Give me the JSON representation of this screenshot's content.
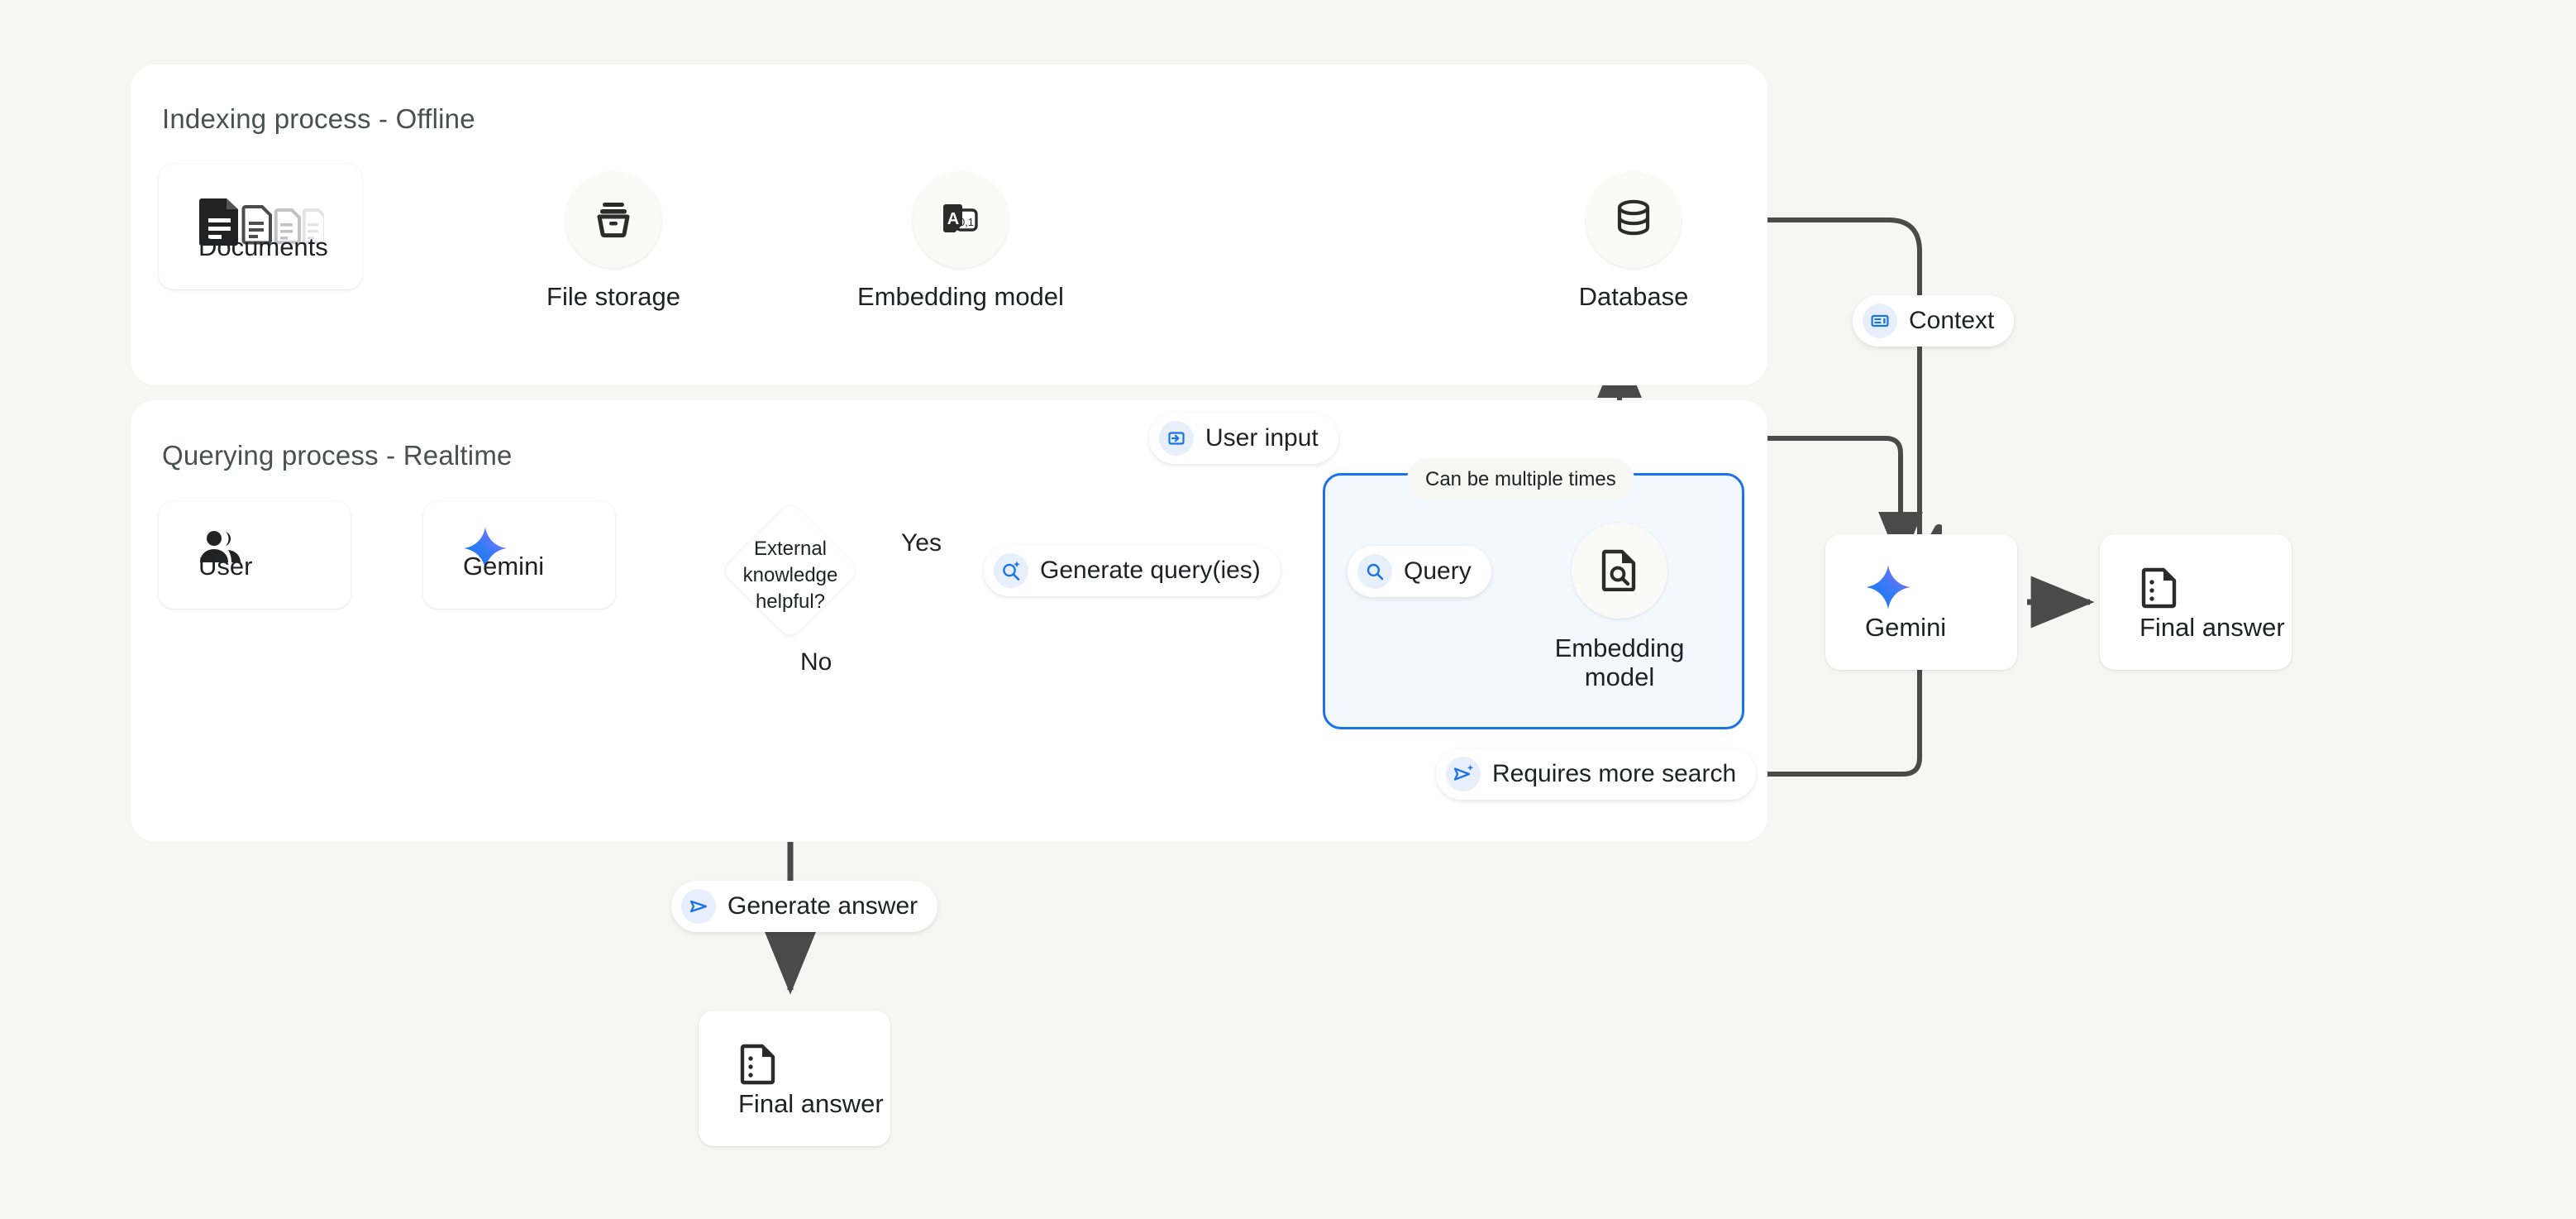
{
  "background_color": "#f6f6f4",
  "accent_blue": "#1a73e8",
  "line_color": "#4a4a4a",
  "panels": [
    {
      "id": "indexing",
      "title": "Indexing process - Offline"
    },
    {
      "id": "querying",
      "title": "Querying process - Realtime"
    }
  ],
  "indexing": {
    "title": "Indexing process - Offline",
    "nodes": [
      {
        "id": "documents",
        "label": "Documents",
        "icon": "documents-icon",
        "shape": "card"
      },
      {
        "id": "file_storage",
        "label": "File storage",
        "icon": "archive-box-icon",
        "shape": "circle"
      },
      {
        "id": "embedding_model",
        "label": "Embedding model",
        "icon": "text-to-vector-icon",
        "shape": "circle"
      },
      {
        "id": "database",
        "label": "Database",
        "icon": "database-icon",
        "shape": "circle"
      }
    ]
  },
  "querying": {
    "title": "Querying process - Realtime",
    "nodes": [
      {
        "id": "user",
        "label": "User",
        "icon": "people-icon",
        "shape": "card"
      },
      {
        "id": "gemini_1",
        "label": "Gemini",
        "icon": "gemini-sparkle-icon",
        "shape": "card"
      },
      {
        "id": "decision",
        "label": "External knowledge helpful?",
        "line1": "External",
        "line2": "knowledge",
        "line3": "helpful?",
        "shape": "diamond"
      },
      {
        "id": "query",
        "label": "Query",
        "icon": "search-icon",
        "shape": "pill"
      },
      {
        "id": "embedding_model_2",
        "label_line1": "Embedding",
        "label_line2": "model",
        "label": "Embedding model",
        "icon": "document-search-icon",
        "shape": "circle"
      },
      {
        "id": "gemini_2",
        "label": "Gemini",
        "icon": "gemini-sparkle-icon",
        "shape": "card"
      },
      {
        "id": "final_answer_right",
        "label": "Final answer",
        "icon": "answer-doc-icon",
        "shape": "card"
      },
      {
        "id": "final_answer_bottom",
        "label": "Final answer",
        "icon": "answer-doc-icon",
        "shape": "card"
      }
    ],
    "loop_box_label": "Can be multiple times"
  },
  "badges": {
    "context": {
      "label": "Context",
      "icon": "context-panel-icon"
    },
    "user_input": {
      "label": "User input",
      "icon": "input-arrow-icon"
    },
    "generate_queries": {
      "label": "Generate query(ies)",
      "icon": "search-sparkle-icon"
    },
    "requires_more_search": {
      "label": "Requires more search",
      "icon": "send-sparkle-icon"
    },
    "generate_answer": {
      "label": "Generate answer",
      "icon": "send-icon"
    },
    "can_be_multiple_times": {
      "label": "Can be multiple times"
    }
  },
  "edge_labels": {
    "yes": "Yes",
    "no": "No"
  }
}
